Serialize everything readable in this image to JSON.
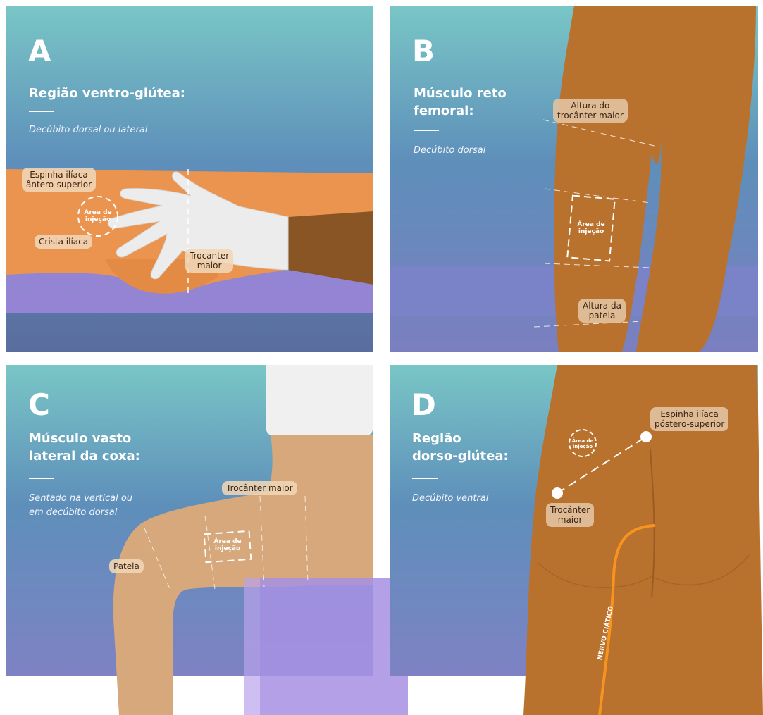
{
  "colors": {
    "teal": "#7ecbcb",
    "blue": "#5f7fb8",
    "purple": "#8b83c8",
    "skin_light": "#d6a87c",
    "skin_orange": "#ea9450",
    "skin_dark": "#b8722e",
    "nerve": "#f7931e"
  },
  "panels": {
    "a": {
      "letter": "A",
      "title": "Região ventro-glútea:",
      "subtitle": "Decúbito dorsal ou lateral",
      "labels": {
        "espinha": "Espinha ilíaca\nântero-superior",
        "crista": "Crista ilíaca",
        "trocanter": "Trocanter\nmaior"
      },
      "injection": "Área de\ninjeção"
    },
    "b": {
      "letter": "B",
      "title": "Músculo reto\nfemoral:",
      "subtitle": "Decúbito dorsal",
      "labels": {
        "altura_trocanter": "Altura do\ntrocânter maior",
        "altura_patela": "Altura da\npatela"
      },
      "injection": "Área de\ninjeção"
    },
    "c": {
      "letter": "C",
      "title": "Músculo vasto\nlateral da coxa:",
      "subtitle": "Sentado na vertical ou\nem decúbito dorsal",
      "labels": {
        "trocanter": "Trocânter maior",
        "patela": "Patela"
      },
      "injection": "Área de\ninjeção"
    },
    "d": {
      "letter": "D",
      "title": "Região\ndorso-glútea:",
      "subtitle": "Decúbito ventral",
      "labels": {
        "espinha": "Espinha ilíaca\npóstero-superior",
        "trocanter": "Trocânter\nmaior"
      },
      "injection": "Área de\ninjeção",
      "nerve": "NERVO CIÁTICO"
    }
  }
}
